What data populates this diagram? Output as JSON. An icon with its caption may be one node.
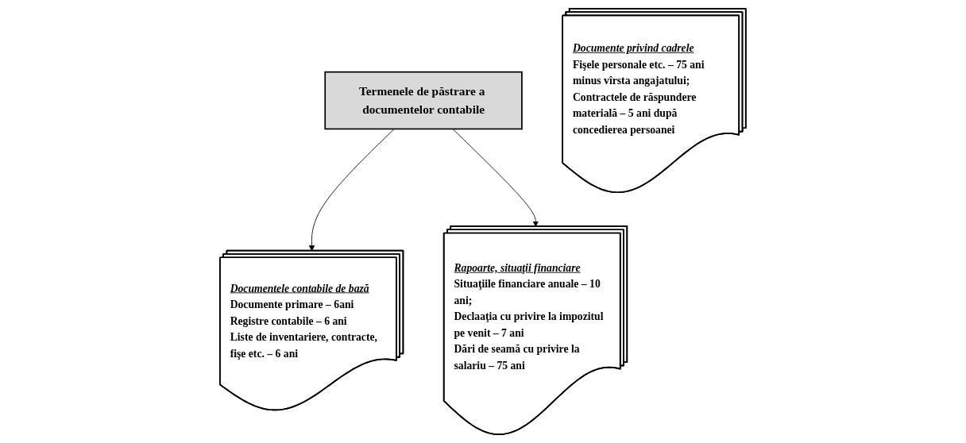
{
  "diagram": {
    "nodes": [
      {
        "text": [
          "Termenele de păstrare a documentelor contabile"
        ]
      },
      {
        "text": [
          "Documentele contabile de bază",
          "Documente primare – 6ani",
          "Registre contabile – 6 ani",
          "Liste de inventariere, contracte, fişe etc. – 6 ani"
        ]
      },
      {
        "text": [
          "Documente privind cadrele",
          "Fişele personale etc. – 75 ani minus vîrsta angajatului;",
          "Contractele de răspundere materială – 5 ani după concedierea persoanei"
        ]
      },
      {
        "text": [
          "Rapoarte, situaţii financiare",
          "Situaţiile financiare anuale – 10 ani;",
          "Declaaţia cu privire la impozitul pe venit – 7 ani",
          "Dări de seamă cu privire la salariu – 75 ani"
        ]
      }
    ],
    "edges": [
      {
        "from": 0,
        "to": 1,
        "arrow": "to"
      },
      {
        "from": 0,
        "to": 3,
        "arrow": "to"
      }
    ]
  }
}
